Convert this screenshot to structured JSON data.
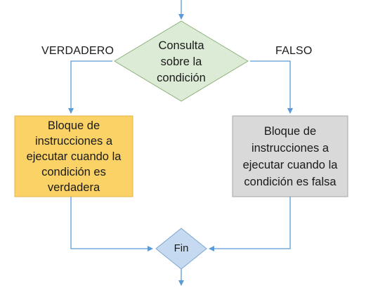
{
  "decision": {
    "lines": [
      "Consulta",
      "sobre la",
      "condición"
    ],
    "fill": "#dcebd5",
    "stroke": "#8cb17c"
  },
  "branches": {
    "true_label": "VERDADERO",
    "false_label": "FALSO"
  },
  "true_block": {
    "lines": [
      "Bloque de",
      "instrucciones a",
      "ejecutar  cuando la",
      "condición es",
      "verdadera"
    ],
    "fill": "#fbd265",
    "stroke": "#e3b44a"
  },
  "false_block": {
    "lines": [
      "Bloque de",
      "instrucciones a",
      "ejecutar  cuando la",
      "condición es falsa"
    ],
    "fill": "#d9d9d9",
    "stroke": "#a6a6a6"
  },
  "end_node": {
    "label": "Fin",
    "fill": "#c5d9f0",
    "stroke": "#7ea6cf"
  },
  "connector_color": "#5b9bd5"
}
